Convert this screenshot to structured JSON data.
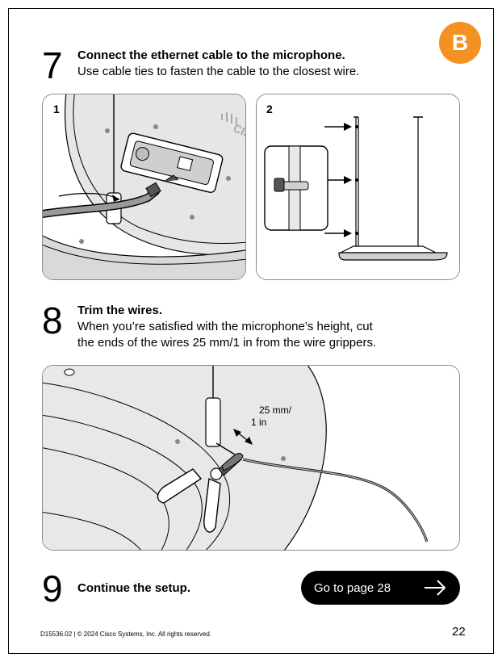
{
  "brand": {
    "accent": "#f39222"
  },
  "badge": {
    "letter": "B"
  },
  "steps": [
    {
      "number": "7",
      "title": "Connect the ethernet cable to the microphone.",
      "lines": [
        "Use cable ties to fasten the cable to the closest wire."
      ]
    },
    {
      "number": "8",
      "title": "Trim the wires.",
      "lines": [
        "When you’re satisfied with the microphone’s height, cut",
        "the ends of the wires 25 mm/1 in from the wire grippers."
      ]
    },
    {
      "number": "9",
      "title": "Continue the setup."
    }
  ],
  "figures": {
    "panel1_label": "1",
    "panel2_label": "2",
    "logo_text": "CISCO",
    "measure_line1": "25 mm/",
    "measure_line2": "1 in"
  },
  "goto_button": {
    "label": "Go to page 28",
    "icon": "arrow-right-icon"
  },
  "footer": {
    "doc_info": "D15536.02 | © 2024 Cisco Systems, Inc. All rights reserved.",
    "page_number": "22"
  }
}
